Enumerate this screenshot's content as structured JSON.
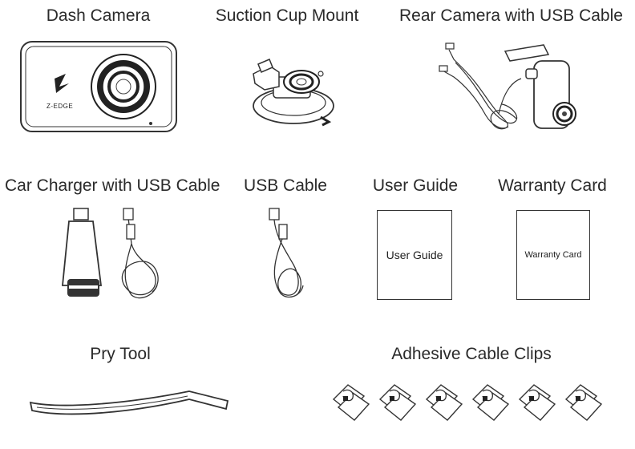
{
  "items": {
    "dash_camera": {
      "label": "Dash Camera",
      "brand_text": "Z-EDGE"
    },
    "suction_cup_mount": {
      "label": "Suction Cup Mount"
    },
    "rear_camera": {
      "label": "Rear Camera with USB Cable"
    },
    "car_charger": {
      "label": "Car Charger with USB Cable"
    },
    "usb_cable": {
      "label": "USB Cable"
    },
    "user_guide": {
      "label": "User Guide",
      "cover_text": "User Guide"
    },
    "warranty_card": {
      "label": "Warranty Card",
      "cover_text": "Warranty Card"
    },
    "pry_tool": {
      "label": "Pry Tool"
    },
    "cable_clips": {
      "label": "Adhesive Cable Clips",
      "count": 6
    }
  },
  "colors": {
    "line": "#333333",
    "ink": "#2a2a2a"
  }
}
